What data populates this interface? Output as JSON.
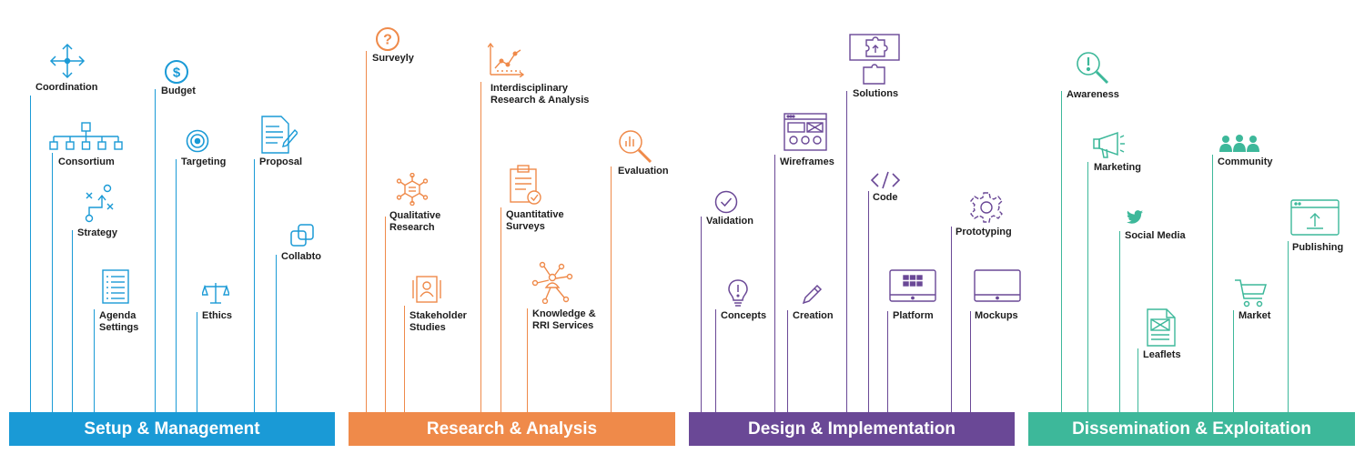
{
  "colors": {
    "setup": "#1a9ad6",
    "research": "#ef8a4a",
    "design": "#6a4896",
    "dissemination": "#3db89a"
  },
  "categories": {
    "setup": "Setup & Management",
    "research": "Research & Analysis",
    "design": "Design & Implementation",
    "dissemination": "Dissemination & Exploitation"
  },
  "items": {
    "coordination": "Coordination",
    "consortium": "Consortium",
    "strategy": "Strategy",
    "agenda_settings": "Agenda\nSettings",
    "budget": "Budget",
    "targeting": "Targeting",
    "ethics": "Ethics",
    "proposal": "Proposal",
    "collabto": "Collabto",
    "surveyly": "Surveyly",
    "qualitative_research": "Qualitative\nResearch",
    "stakeholder_studies": "Stakeholder\nStudies",
    "interdisciplinary": "Interdisciplinary\nResearch & Analysis",
    "quantitative_surveys": "Quantitative\nSurveys",
    "knowledge_rri": "Knowledge &\nRRI Services",
    "evaluation": "Evaluation",
    "validation": "Validation",
    "concepts": "Concepts",
    "wireframes": "Wireframes",
    "creation": "Creation",
    "solutions": "Solutions",
    "code": "Code",
    "platform": "Platform",
    "prototyping": "Prototyping",
    "mockups": "Mockups",
    "awareness": "Awareness",
    "marketing": "Marketing",
    "social_media": "Social Media",
    "leaflets": "Leaflets",
    "community": "Community",
    "market": "Market",
    "publishing": "Publishing"
  }
}
